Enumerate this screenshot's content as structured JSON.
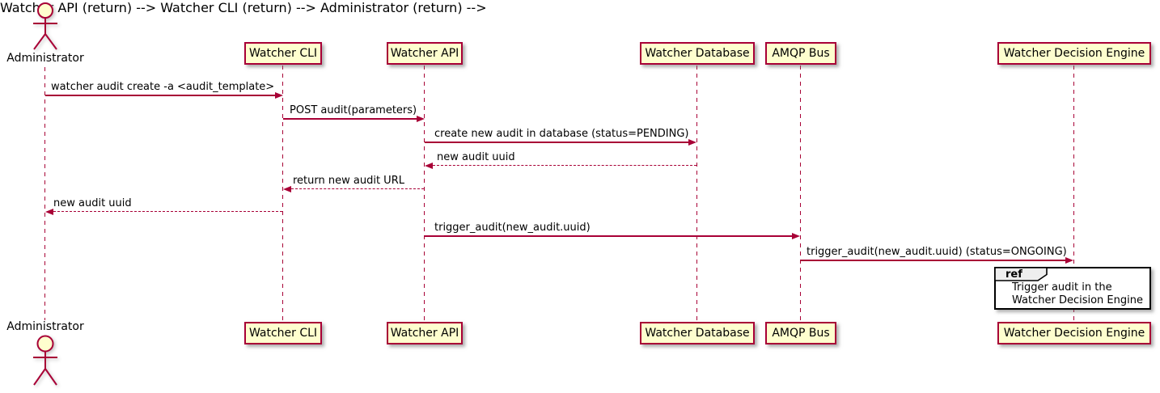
{
  "diagram": {
    "type": "uml-sequence-diagram",
    "participants": [
      {
        "id": "administrator",
        "label": "Administrator",
        "kind": "actor"
      },
      {
        "id": "watcher-cli",
        "label": "Watcher CLI",
        "kind": "participant"
      },
      {
        "id": "watcher-api",
        "label": "Watcher API",
        "kind": "participant"
      },
      {
        "id": "watcher-database",
        "label": "Watcher Database",
        "kind": "participant"
      },
      {
        "id": "amqp-bus",
        "label": "AMQP Bus",
        "kind": "participant"
      },
      {
        "id": "watcher-decision-engine",
        "label": "Watcher Decision Engine",
        "kind": "participant"
      }
    ],
    "messages": [
      {
        "from": "Administrator",
        "to": "Watcher CLI",
        "label": "watcher audit create -a <audit_template>",
        "style": "solid"
      },
      {
        "from": "Watcher CLI",
        "to": "Watcher API",
        "label": "POST audit(parameters)",
        "style": "solid"
      },
      {
        "from": "Watcher API",
        "to": "Watcher Database",
        "label": "create new audit in database (status=PENDING)",
        "style": "solid"
      },
      {
        "from": "Watcher Database",
        "to": "Watcher API",
        "label": "new audit uuid",
        "style": "dashed"
      },
      {
        "from": "Watcher API",
        "to": "Watcher CLI",
        "label": "return new audit URL",
        "style": "dashed"
      },
      {
        "from": "Watcher CLI",
        "to": "Administrator",
        "label": "new audit uuid",
        "style": "dashed"
      },
      {
        "from": "Watcher API",
        "to": "AMQP Bus",
        "label": "trigger_audit(new_audit.uuid)",
        "style": "solid"
      },
      {
        "from": "AMQP Bus",
        "to": "Watcher Decision Engine",
        "label": "trigger_audit(new_audit.uuid) (status=ONGOING)",
        "style": "solid"
      }
    ],
    "ref_frame": {
      "tag": "ref",
      "lines": [
        "Trigger audit in the",
        "Watcher Decision Engine"
      ]
    },
    "colors": {
      "participant_fill": "#FEFECE",
      "participant_border": "#A80036",
      "arrow": "#A80036",
      "lifeline": "#A80036",
      "frame_border": "#000000",
      "ref_tag_fill": "#EEEEEE",
      "background": "#FFFFFF"
    }
  }
}
